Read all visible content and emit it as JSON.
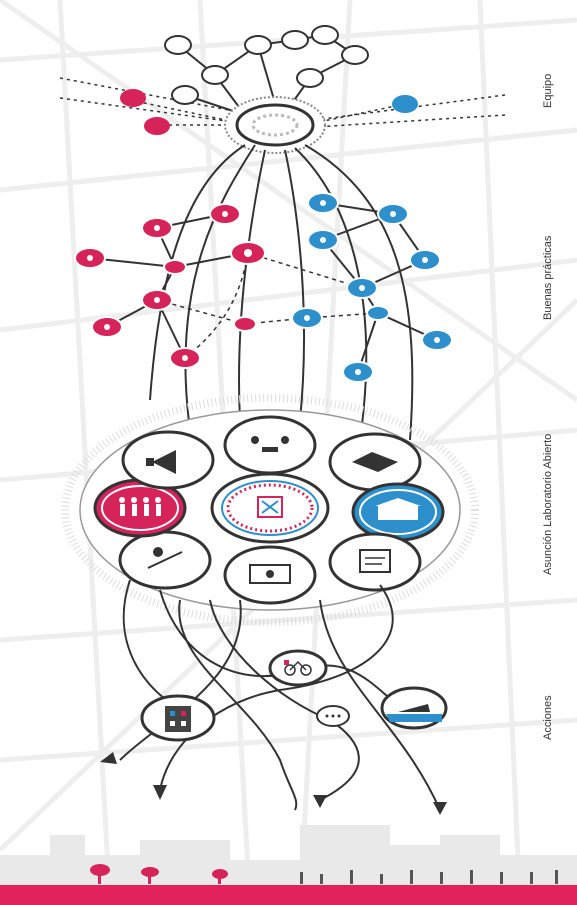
{
  "labels": {
    "equipo": "Equipo",
    "buenas_practicas": "Buenas prácticas",
    "asuncion": "Asunción Laboratorio Abierto",
    "acciones": "Acciones"
  },
  "colors": {
    "pink": "#d6245a",
    "blue": "#2d8fcc",
    "dark": "#333333",
    "map_line": "#ececec",
    "footer": "#e2225c"
  },
  "nodes": {
    "center_icon": "laboratory-seal-icon",
    "ring_icons": [
      "people-meeting-icon",
      "handshake-icon",
      "government-building-icon",
      "document-icon",
      "workshop-icon",
      "presentation-icon",
      "community-people-icon",
      "megaphone-icon"
    ],
    "action_icons": [
      "bicycle-icon",
      "building-icon",
      "ellipsis-icon",
      "boat-icon"
    ]
  }
}
